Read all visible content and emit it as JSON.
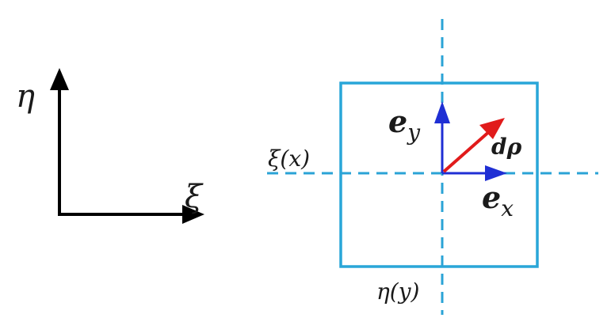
{
  "axes_frame": {
    "vertical_label": "η",
    "horizontal_label": "ξ"
  },
  "cell": {
    "horizontal_axis_label": "ξ(x)",
    "vertical_axis_label": "η(y)",
    "ey_main": "e",
    "ey_sub": "y",
    "ex_main": "e",
    "ex_sub": "x",
    "drho_label": "dρ"
  },
  "colors": {
    "frame": "#000000",
    "cell_box": "#29a6d8",
    "dashed_axis": "#2aa3d6",
    "unit_vectors": "#1f2fd4",
    "displacement_vector": "#e11b1b"
  }
}
